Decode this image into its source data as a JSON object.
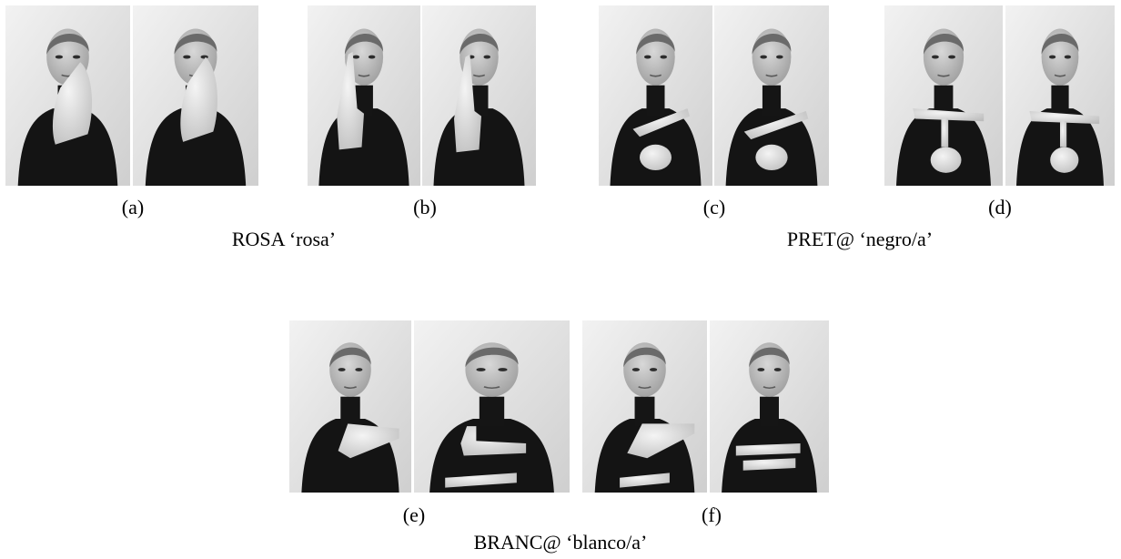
{
  "figure": {
    "panels": [
      {
        "id": "a",
        "label": "(a)"
      },
      {
        "id": "b",
        "label": "(b)"
      },
      {
        "id": "c",
        "label": "(c)"
      },
      {
        "id": "d",
        "label": "(d)"
      },
      {
        "id": "e",
        "label": "(e)"
      },
      {
        "id": "f",
        "label": "(f)"
      }
    ],
    "captions": {
      "rosa": "ROSA ‘rosa’",
      "preta": "PRET@ ‘negro/a’",
      "branca": "BRANC@ ‘blanco/a’"
    }
  }
}
